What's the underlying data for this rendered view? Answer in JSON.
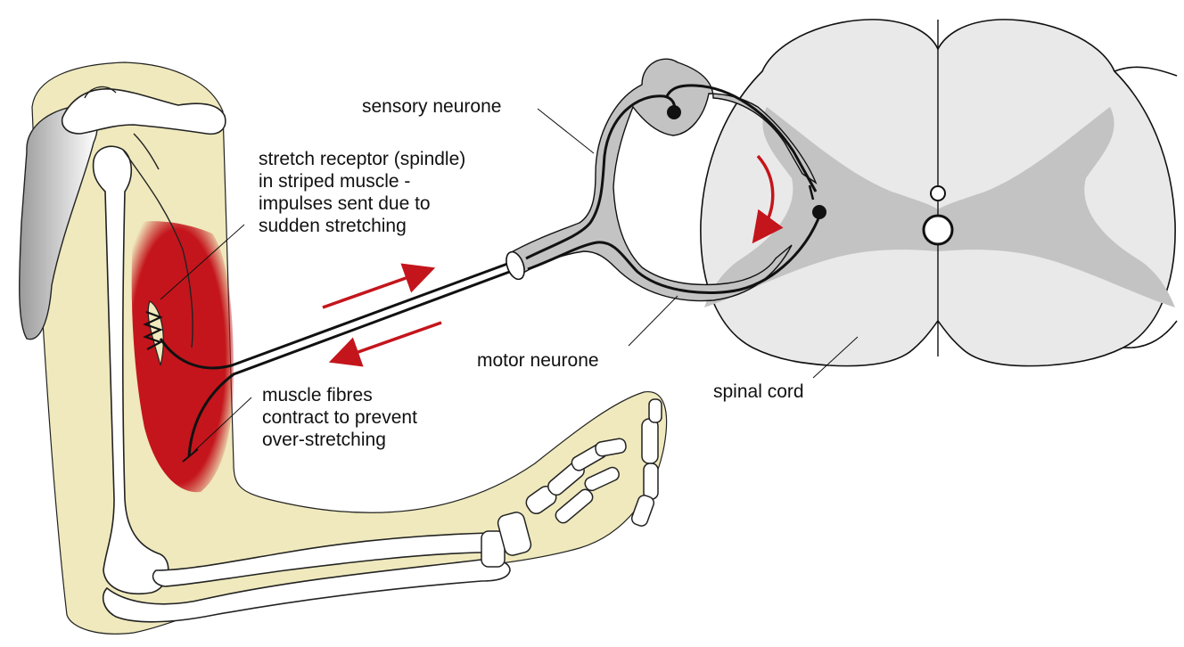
{
  "labels": {
    "sensory_neurone": "sensory neurone",
    "stretch_receptor": [
      "stretch receptor (spindle)",
      "in striped muscle -",
      "impulses sent due to",
      "sudden stretching"
    ],
    "motor_neurone": "motor neurone",
    "muscle_fibres": [
      "muscle fibres",
      "contract to prevent",
      "over-stretching"
    ],
    "spinal_cord": "spinal cord"
  },
  "colors": {
    "skin": "#efe9bd",
    "muscle": "#c4151c",
    "grey_matter": "#c3c3c3",
    "white_matter": "#e9e9e9",
    "arrow": "#c4151c",
    "outline": "#111111"
  }
}
